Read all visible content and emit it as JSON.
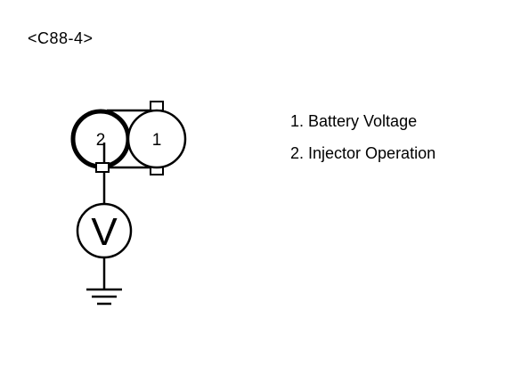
{
  "diagram": {
    "connector_id": "<C88-4>",
    "pins": [
      {
        "number": "2"
      },
      {
        "number": "1"
      }
    ],
    "meter_symbol": "V",
    "legend": [
      {
        "text": "1. Battery Voltage"
      },
      {
        "text": "2. Injector Operation"
      }
    ]
  }
}
